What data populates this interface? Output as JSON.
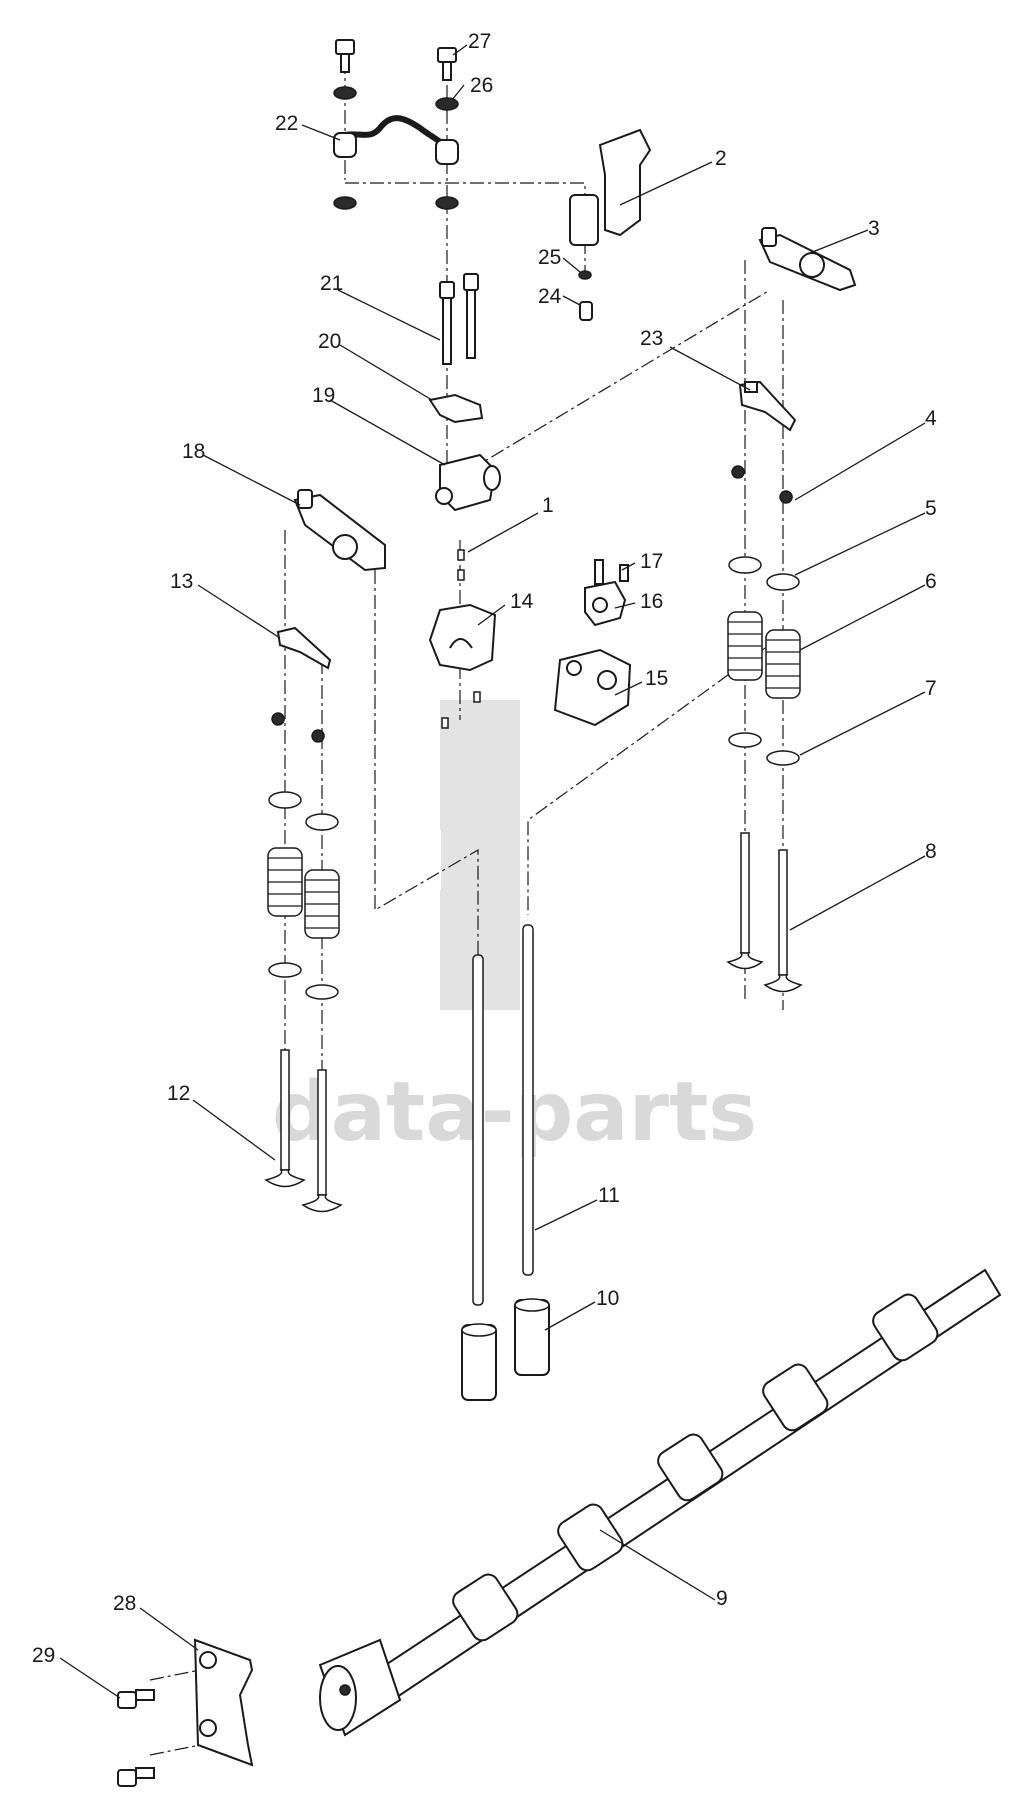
{
  "watermark": {
    "text": "data-parts",
    "color": "#d9d9d9"
  },
  "callouts": {
    "c1": "1",
    "c2": "2",
    "c3": "3",
    "c4": "4",
    "c5": "5",
    "c6": "6",
    "c7": "7",
    "c8": "8",
    "c9": "9",
    "c10": "10",
    "c11": "11",
    "c12": "12",
    "c13": "13",
    "c14": "14",
    "c15": "15",
    "c16": "16",
    "c17": "17",
    "c18": "18",
    "c19": "19",
    "c20": "20",
    "c21": "21",
    "c22": "22",
    "c23": "23",
    "c24": "24",
    "c25": "25",
    "c26": "26",
    "c27": "27",
    "c28": "28",
    "c29": "29"
  },
  "colors": {
    "line": "#1a1a1a",
    "fill": "#ffffff",
    "watermark": "#d9d9d9"
  }
}
